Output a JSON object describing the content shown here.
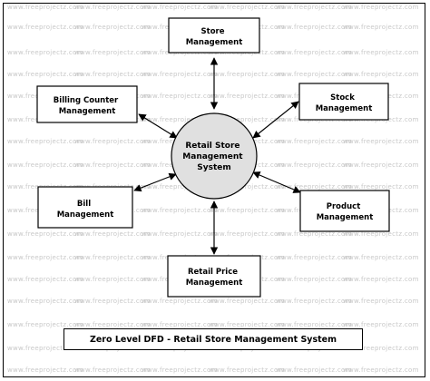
{
  "watermark": "www.freeprojectz.com",
  "nodes": {
    "store_management": [
      "Store",
      "Management"
    ],
    "stock_management": [
      "Stock",
      "Management"
    ],
    "billing_counter_management": [
      "Billing Counter",
      "Management"
    ],
    "product_management": [
      "Product",
      "Management"
    ],
    "bill_management": [
      "Bill",
      "Management"
    ],
    "retail_price_management": [
      "Retail Price",
      "Management"
    ]
  },
  "process": [
    "Retail Store",
    "Management",
    "System"
  ],
  "caption": "Zero Level DFD - Retail Store Management System",
  "colors": {
    "process_fill": "#e0e0e0",
    "stroke": "#000000",
    "watermark": "#c8c8c8"
  }
}
